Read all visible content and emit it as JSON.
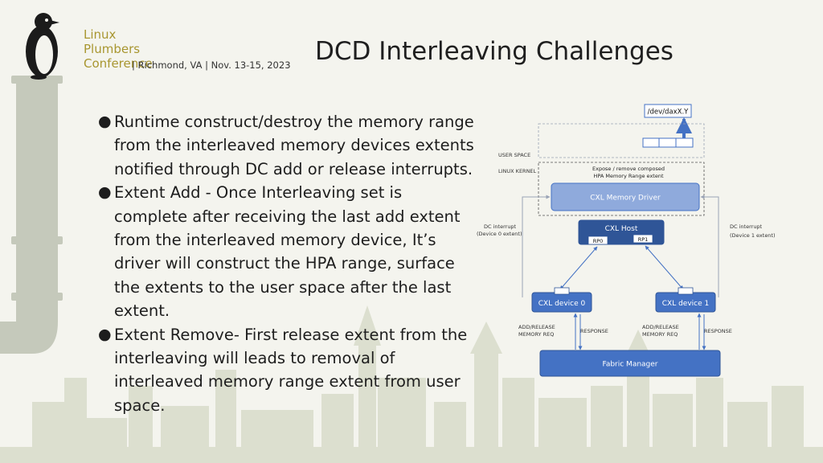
{
  "logo": {
    "line1": "Linux",
    "line2": "Plumbers",
    "line3": "Conference",
    "location": "| Richmond, VA | Nov. 13-15, 2023"
  },
  "slide": {
    "title": "DCD Interleaving Challenges",
    "bullets": [
      "Runtime construct/destroy the memory range from the interleaved memory devices extents notified through DC add or release interrupts.",
      "Extent Add - Once Interleaving set is complete after receiving the last add extent from the interleaved memory device, It’s driver will construct the HPA range, surface the extents to the user space  after the last extent.",
      "Extent Remove- First release extent from the interleaving will leads to removal of interleaved memory range extent from user space."
    ],
    "bullet_glyph": "●"
  },
  "diagram": {
    "dax_label": "/dev/daxX.Y",
    "user_space": "USER SPACE",
    "linux_kernel": "LINUX KERNEL",
    "expose_line1": "Expose / remove composed",
    "expose_line2": "HPA Memory Range extent",
    "driver": "CXL Memory Driver",
    "host": "CXL Host",
    "rp0": "RP0",
    "rp1": "RP1",
    "dc_left_1": "DC interrupt",
    "dc_left_2": "(Device 0 extent)",
    "dc_right_1": "DC interrupt",
    "dc_right_2": "(Device 1 extent)",
    "device0": "CXL device 0",
    "device1": "CXL device 1",
    "add_release_1": "ADD/RELEASE",
    "add_release_2": "MEMORY REQ",
    "response": "RESPONSE",
    "fabric": "Fabric Manager"
  },
  "colors": {
    "accent_blue": "#4472c4",
    "dark_blue": "#2f5597",
    "driver_fill": "#8faadc",
    "logo_gold": "#a89630",
    "skyline": "#d9dccb"
  }
}
